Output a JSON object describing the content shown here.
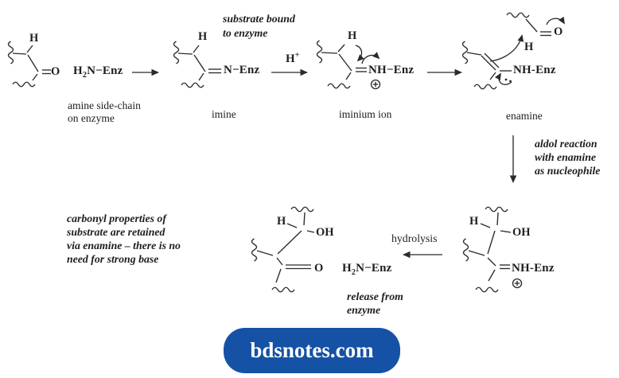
{
  "colors": {
    "ink": "#2b2b2b",
    "text": "#1e1e1e",
    "banner_bg": "#1552a5",
    "banner_text": "#ffffff"
  },
  "icons": {
    "plus_charge": "circled-plus",
    "reaction_arrow": "filled-triangle-arrow"
  },
  "top_row": {
    "s1": {
      "h": "H",
      "o": "O",
      "caption1": "amine side-chain",
      "caption2": "on enzyme"
    },
    "amine_reagent": {
      "base": "H",
      "sub": "2",
      "rest": "N−Enz"
    },
    "s2": {
      "h": "H",
      "n_enz": "N−Enz",
      "note1": "substrate bound",
      "note2": "to enzyme",
      "caption": "imine"
    },
    "proton": {
      "base": "H",
      "sup": "+"
    },
    "s3": {
      "h": "H",
      "nh_enz": "NH−Enz",
      "caption": "iminium ion"
    },
    "s4": {
      "h": "H",
      "o": "O",
      "nh_enz": "NH-Enz",
      "caption": "enamine"
    }
  },
  "aldol_note": {
    "line1": "aldol reaction",
    "line2": "with enamine",
    "line3": "as nucleophile"
  },
  "bottom_row": {
    "s5": {
      "h": "H",
      "oh": "OH",
      "nh_enz": "NH-Enz"
    },
    "hydrolysis_label": "hydrolysis",
    "s6": {
      "h": "H",
      "oh": "OH",
      "o": "O"
    },
    "release_reagent": {
      "base": "H",
      "sub": "2",
      "rest": "N−Enz"
    },
    "release_note1": "release from",
    "release_note2": "enzyme",
    "left_note": {
      "line1": "carbonyl properties of",
      "line2": "substrate are retained",
      "line3": "via enamine – there is no",
      "line4": "need for strong base"
    }
  },
  "banner": {
    "label": "bdsnotes.com"
  }
}
